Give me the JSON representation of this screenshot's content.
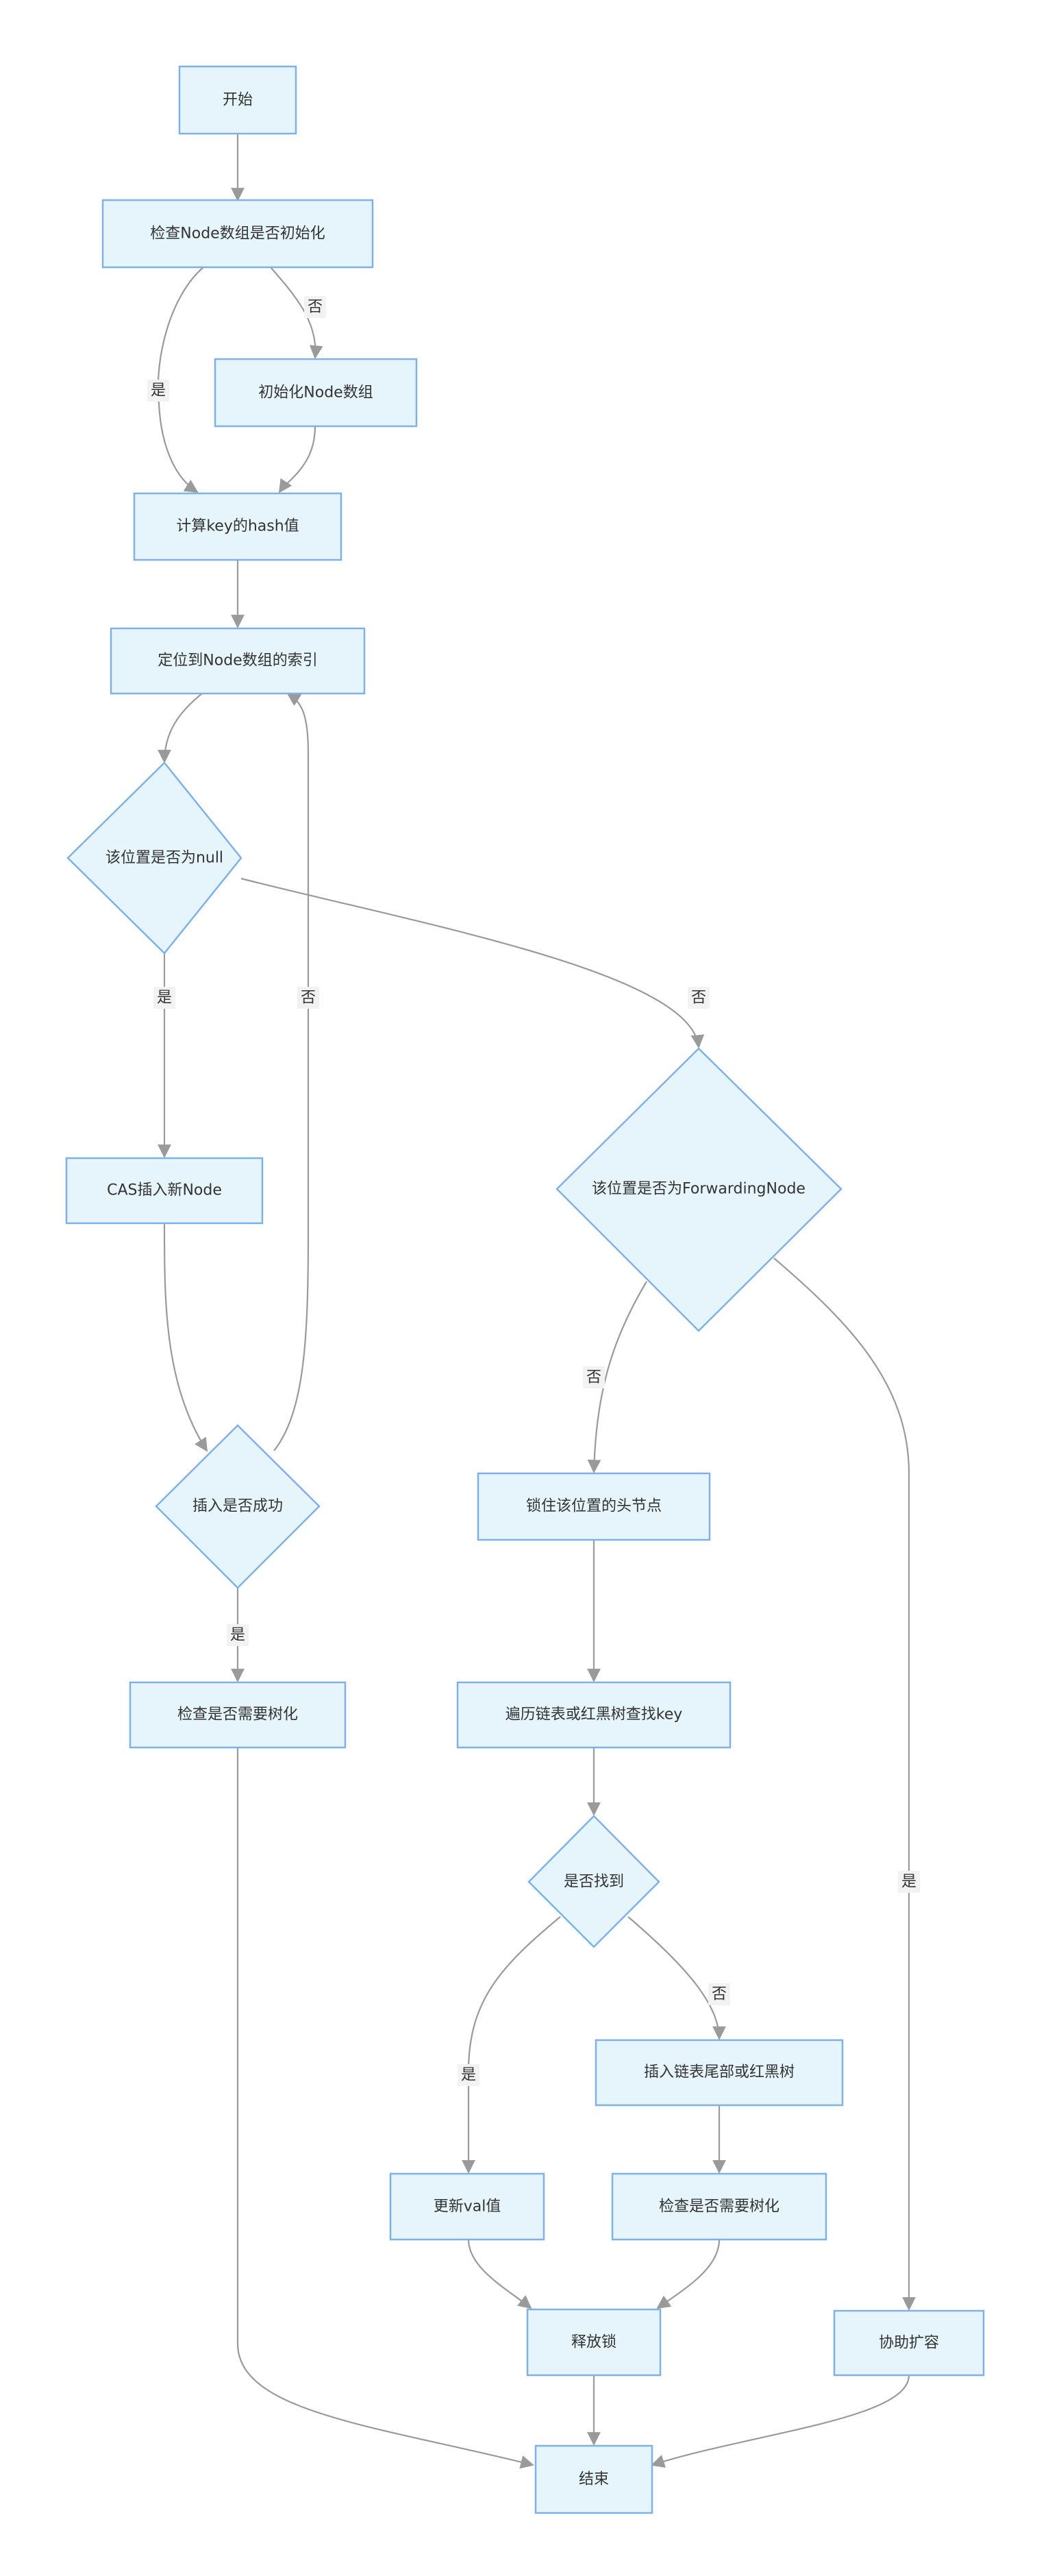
{
  "nodes": {
    "start": "开始",
    "check_init": "检查Node数组是否初始化",
    "init_array": "初始化Node数组",
    "compute_hash": "计算key的hash值",
    "locate_index": "定位到Node数组的索引",
    "is_null": "该位置是否为null",
    "cas_insert": "CAS插入新Node",
    "insert_success": "插入是否成功",
    "check_treeify_left": "检查是否需要树化",
    "is_forwarding": "该位置是否为ForwardingNode",
    "lock_head": "锁住该位置的头节点",
    "traverse": "遍历链表或红黑树查找key",
    "found": "是否找到",
    "update_val": "更新val值",
    "insert_tail": "插入链表尾部或红黑树",
    "check_treeify_right": "检查是否需要树化",
    "release_lock": "释放锁",
    "help_resize": "协助扩容",
    "end": "结束"
  },
  "edge_labels": {
    "init_no": "否",
    "init_yes": "是",
    "null_yes": "是",
    "null_no": "否",
    "success_no": "否",
    "success_yes": "是",
    "forwarding_no": "否",
    "forwarding_yes": "是",
    "found_yes": "是",
    "found_no": "否"
  }
}
